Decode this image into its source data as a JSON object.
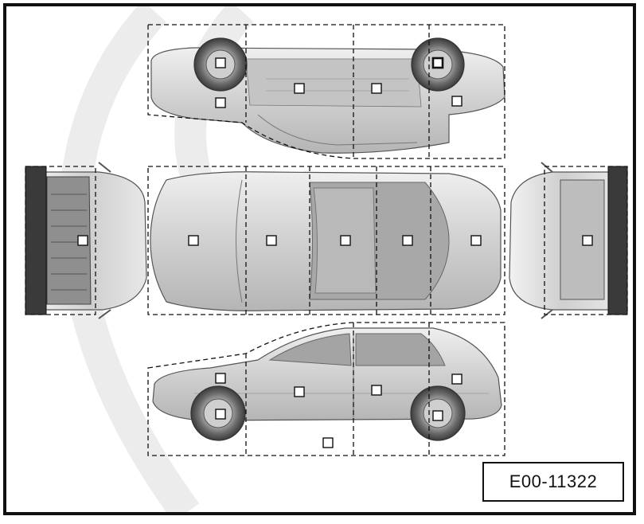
{
  "figure": {
    "code": "E00-11322",
    "views": [
      {
        "name": "underbody-view",
        "grid_cols": 4,
        "points": 6
      },
      {
        "name": "front-view",
        "grid_cols": 1,
        "points": 1
      },
      {
        "name": "top-view",
        "grid_cols": 5,
        "points": 5
      },
      {
        "name": "rear-view",
        "grid_cols": 1,
        "points": 1
      },
      {
        "name": "side-view",
        "grid_cols": 4,
        "points": 7
      }
    ]
  },
  "colors": {
    "frame": "#111111",
    "car_body": "#d9d9d9",
    "car_shade": "#a9a9a9",
    "car_outline": "#555555",
    "dashed_line": "#111111",
    "marker_fill": "#ffffff",
    "watermark": "#c8c8c8"
  }
}
